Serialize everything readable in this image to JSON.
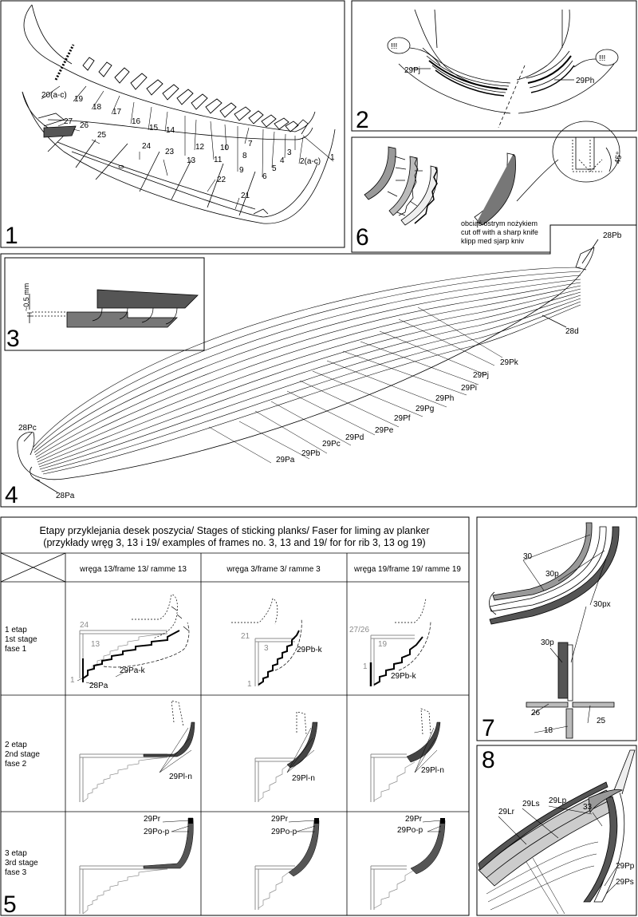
{
  "panel_numbers": [
    "1",
    "2",
    "3",
    "4",
    "5",
    "6",
    "7",
    "8"
  ],
  "panel1": {
    "labels": [
      "20(a-c)",
      "19",
      "18",
      "17",
      "16",
      "15",
      "14",
      "13",
      "12",
      "11",
      "10",
      "9",
      "8",
      "7",
      "6",
      "5",
      "4",
      "3",
      "2(a-c)",
      "1",
      "27",
      "26",
      "25",
      "24",
      "23",
      "22",
      "21"
    ]
  },
  "panel2": {
    "warn": "!!!",
    "left_label": "29Pj",
    "right_label": "29Ph"
  },
  "panel3": {
    "dimension": "~0,5 mm"
  },
  "panel4": {
    "labels": [
      "28Pb",
      "28d",
      "29Pk",
      "29Pj",
      "29Pi",
      "29Ph",
      "29Pg",
      "29Pf",
      "29Pe",
      "29Pd",
      "29Pc",
      "29Pb",
      "29Pa",
      "28Pc",
      "28Pa"
    ]
  },
  "panel6": {
    "angle": "45°",
    "note_pl": "obciąć ostrym nożykiem",
    "note_en": "cut off with a sharp knife",
    "note_no": "klipp med sjarp kniv"
  },
  "panel5": {
    "title_line1": "Etapy przyklejania desek poszycia/ Stages of sticking planks/ Faser for liming av planker",
    "title_line2": "(przykłady wręg 3, 13 i 19/ examples of frames no. 3, 13 and 19/ for for rib 3, 13 og 19)",
    "columns": [
      "wręga 13/frame 13/ ramme 13",
      "wręga 3/frame 3/ ramme 3",
      "wręga 19/frame 19/ ramme 19"
    ],
    "rows": [
      {
        "l1": "1 etap",
        "l2": "1st stage",
        "l3": "fase 1"
      },
      {
        "l1": "2 etap",
        "l2": "2nd stage",
        "l3": "fase 2"
      },
      {
        "l1": "3 etap",
        "l2": "3rd stage",
        "l3": "fase 3"
      }
    ],
    "stage1_labels": {
      "c1": {
        "a": "24",
        "b": "13",
        "c": "1",
        "d": "28Pa",
        "e": "29Pa-k"
      },
      "c2": {
        "a": "21",
        "b": "3",
        "c": "1",
        "e": "29Pb-k"
      },
      "c3": {
        "a": "27/26",
        "b": "19",
        "c": "1",
        "e": "29Pb-k"
      }
    },
    "stage2_label": "29Pl-n",
    "stage3_label_a": "29Pr",
    "stage3_label_b": "29Po-p"
  },
  "panel7": {
    "labels": [
      "30",
      "30p",
      "30px",
      "30p",
      "26",
      "25",
      "18"
    ]
  },
  "panel8": {
    "labels": [
      "33",
      "29Lr",
      "29Ls",
      "29Lp",
      "29Pp",
      "29Ps"
    ]
  }
}
